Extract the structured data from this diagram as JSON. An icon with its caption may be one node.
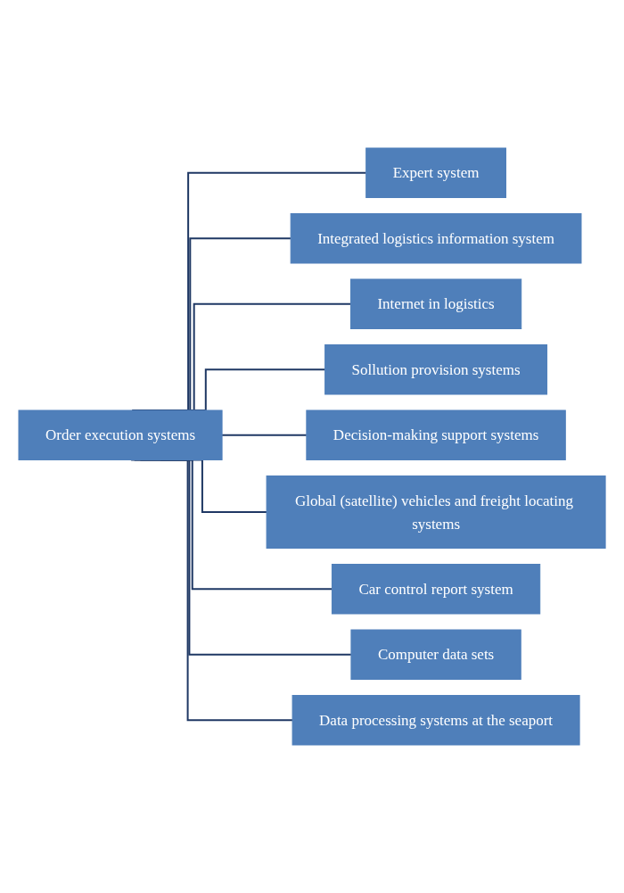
{
  "diagram": {
    "nodes": [
      {
        "text": [
          "Order execution systems"
        ]
      },
      {
        "text": [
          "Expert system"
        ]
      },
      {
        "text": [
          "Integrated logistics information system"
        ]
      },
      {
        "text": [
          "Internet in logistics"
        ]
      },
      {
        "text": [
          "Sollution provision systems"
        ]
      },
      {
        "text": [
          "Decision-making support systems"
        ]
      },
      {
        "text": [
          "Global (satellite) vehicles and freight locating systems"
        ]
      },
      {
        "text": [
          "Car control report system"
        ]
      },
      {
        "text": [
          "Computer data sets"
        ]
      },
      {
        "text": [
          "Data processing systems at the seaport"
        ]
      }
    ],
    "edges": [
      {
        "from": 0,
        "to": 1,
        "arrow": "none"
      },
      {
        "from": 0,
        "to": 2,
        "arrow": "none"
      },
      {
        "from": 0,
        "to": 3,
        "arrow": "none"
      },
      {
        "from": 0,
        "to": 4,
        "arrow": "none"
      },
      {
        "from": 0,
        "to": 5,
        "arrow": "none"
      },
      {
        "from": 0,
        "to": 6,
        "arrow": "none"
      },
      {
        "from": 0,
        "to": 7,
        "arrow": "none"
      },
      {
        "from": 0,
        "to": 8,
        "arrow": "none"
      },
      {
        "from": 0,
        "to": 9,
        "arrow": "none"
      }
    ]
  }
}
